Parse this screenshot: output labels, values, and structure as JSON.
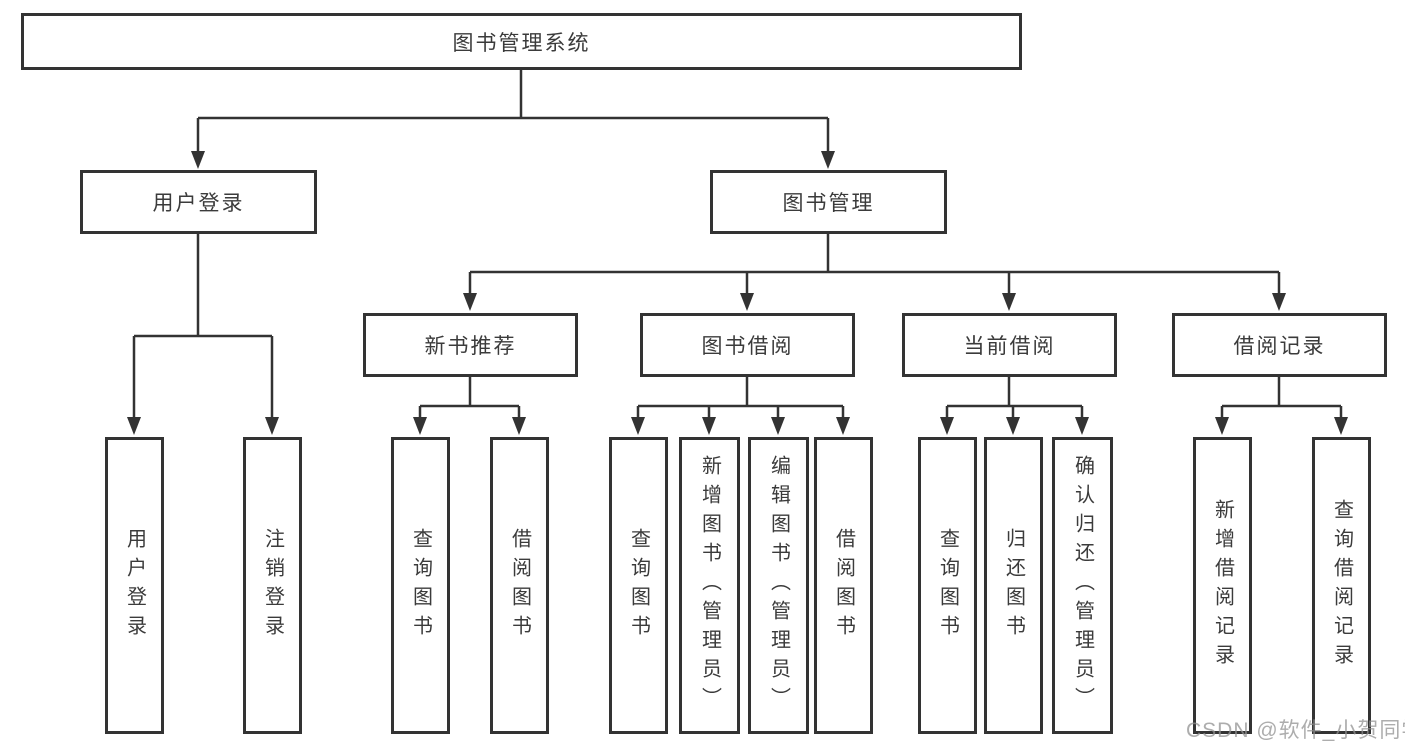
{
  "diagram": {
    "root": "图书管理系统",
    "level2": {
      "user_login": "用户登录",
      "book_management": "图书管理"
    },
    "level3": {
      "new_book_recommend": "新书推荐",
      "book_borrow": "图书借阅",
      "current_borrow": "当前借阅",
      "borrow_records": "借阅记录"
    },
    "leaves": {
      "user_login": "用户登录",
      "logout": "注销登录",
      "recommend_query_books": "查询图书",
      "recommend_borrow_books": "借阅图书",
      "borrow_query_books": "查询图书",
      "borrow_add_books": "新增图书（管理员）",
      "borrow_edit_books": "编辑图书（管理员）",
      "borrow_borrow_books": "借阅图书",
      "current_query_books": "查询图书",
      "current_return_books": "归还图书",
      "current_confirm_return": "确认归还（管理员）",
      "records_add_record": "新增借阅记录",
      "records_query_record": "查询借阅记录"
    }
  },
  "colors": {
    "line": "#333333",
    "text": "#3b3b3b",
    "background": "#ffffff",
    "watermark_gray": "#919191"
  },
  "watermark": "CSDN @软件_小贺同学"
}
